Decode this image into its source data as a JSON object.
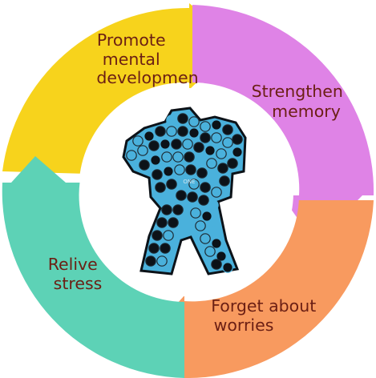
{
  "segments": [
    {
      "lines": [
        "Promote",
        "mental",
        "developmen"
      ],
      "color": "#f7d31c"
    },
    {
      "lines": [
        "Strengthen",
        "memory"
      ],
      "color": "#df83e6"
    },
    {
      "lines": [
        "Forget about",
        "worries"
      ],
      "color": "#f89a5f"
    },
    {
      "lines": [
        "Relive",
        "stress"
      ],
      "color": "#5dd2b6"
    }
  ],
  "center": {
    "image": "robot-pop-it-toy",
    "colors": [
      "#4ab1dc",
      "#0c1218"
    ]
  },
  "label_color": "#6b1f14"
}
